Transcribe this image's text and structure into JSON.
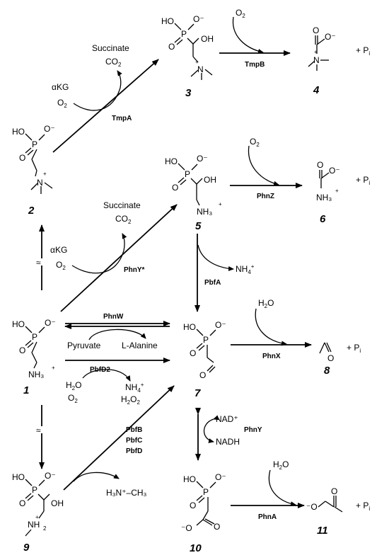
{
  "compounds": [
    {
      "id": "1",
      "label": "1"
    },
    {
      "id": "2",
      "label": "2"
    },
    {
      "id": "3",
      "label": "3"
    },
    {
      "id": "4",
      "label": "4"
    },
    {
      "id": "5",
      "label": "5"
    },
    {
      "id": "6",
      "label": "6"
    },
    {
      "id": "7",
      "label": "7"
    },
    {
      "id": "8",
      "label": "8"
    },
    {
      "id": "9",
      "label": "9"
    },
    {
      "id": "10",
      "label": "10"
    },
    {
      "id": "11",
      "label": "11"
    }
  ],
  "enzymes": {
    "tmpA": "TmpA",
    "tmpB": "TmpB",
    "phnZ": "PhnZ",
    "phnYstar": "PhnY*",
    "pbfA": "PbfA",
    "phnW": "PhnW",
    "pbfD2": "PbfD2",
    "phnX": "PhnX",
    "pbfB": "PbfB",
    "pbfC": "PbfC",
    "pbfD": "PbfD",
    "phnY": "PhnY",
    "phnA": "PhnA"
  },
  "cosubstrates": {
    "succinate": "Succinate",
    "co2": "CO",
    "akg": "αKG",
    "o2": "O",
    "two": "2",
    "pyruvate": "Pyruvate",
    "alanine": "L-Alanine",
    "h2o": "H",
    "o": "O",
    "nh4": "NH",
    "four": "4",
    "plus_sign": "+",
    "h2o2_a": "H",
    "h2o2_b": "O",
    "methylamine": "H₃N⁺–CH₃",
    "nad": "NAD⁺",
    "nadh": "NADH"
  },
  "product_pi": "+ P",
  "pi_sub": "i",
  "atoms": {
    "HO": "HO",
    "OH": "OH",
    "P": "P",
    "O": "O",
    "Ominus": "O⁻",
    "N": "N",
    "NH3": "NH₃",
    "NH": "NH",
    "NH2sub": "2",
    "plus": "+",
    "minusO": "⁻O",
    "break": "≈"
  }
}
